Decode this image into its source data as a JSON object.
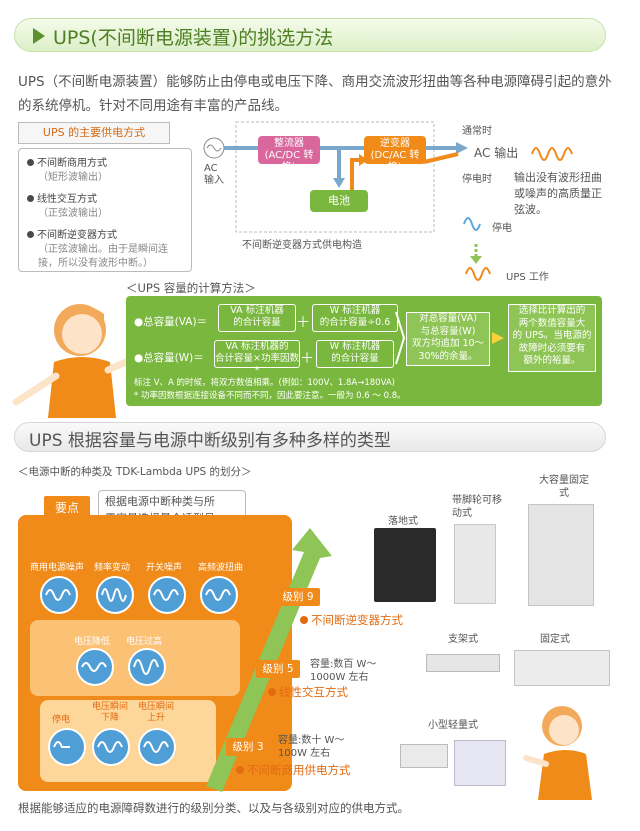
{
  "header1": "UPS(不间断电源装置)的挑选方法",
  "intro": "UPS（不间断电源装置）能够防止由停电或电压下降、商用交流波形扭曲等各种电源障碍引起的意外的系统停机。针对不同用途有丰富的产品线。",
  "supply_title": "UPS 的主要供电方式",
  "methods": [
    {
      "name": "不间断商用方式",
      "detail": "（矩形波输出）"
    },
    {
      "name": "线性交互方式",
      "detail": "（正弦波输出）"
    },
    {
      "name": "不间断逆变器方式",
      "detail": "（正弦波输出。由于是瞬间连接，所以没有波形中断。）"
    }
  ],
  "diagram": {
    "ac_input": [
      "AC",
      "输入"
    ],
    "rectifier": [
      "整流器",
      "(AC/DC 转换)"
    ],
    "inverter": [
      "逆变器",
      "(DC/AC 转换)"
    ],
    "battery": "电池",
    "normal": "通常时",
    "outage": "停电时",
    "ac_output": "AC 输出",
    "output_desc": "输出没有波形扭曲或噪声的高质量正弦波。",
    "caption": "不间断逆变器方式供电构造",
    "power_out": "停电",
    "ups_work": "UPS 工作"
  },
  "calc": {
    "title": "＜UPS 容量的计算方法＞",
    "va_label": "●总容量(VA)＝",
    "va_a": [
      "VA 标注机器",
      "的合计容量"
    ],
    "va_b": [
      "W 标注机器",
      "的合计容量÷0.6"
    ],
    "w_label": "●总容量(W)＝",
    "w_a": [
      "VA 标注机器的",
      "合计容量×功率因数*"
    ],
    "w_b": [
      "W 标注机器",
      "的合计容量"
    ],
    "plus": "＋",
    "result": [
      "对总容量(VA)",
      "与总容量(W)",
      "双方均追加 10～",
      "30%的余量。"
    ],
    "choose": [
      "选择比计算出的",
      "两个数值容量大",
      "的 UPS。当电源的",
      "故障时必须要有",
      "额外的裕量。"
    ],
    "note1": "标注 V、A 的时候，将双方数值相乘。(例如：100V、1.8A→180VA)",
    "note2": "* 功率因数根据连接设备不同而不同，因此要注意。一般为 0.6 ～ 0.8。"
  },
  "header2": "UPS 根据容量与电源中断级别有多种多样的类型",
  "types_sub": "＜电源中断的种类及 TDK-Lambda UPS 的划分＞",
  "point_label": "要点",
  "point_text": [
    "根据电源中断种类与所",
    "需容量选择最合适型号。"
  ],
  "disturb_row1": [
    "商用电源噪声",
    "频率变动",
    "开关噪声",
    "高频波扭曲"
  ],
  "disturb_row2": [
    "电压降低",
    "电压过高"
  ],
  "disturb_row3": [
    "停电",
    "电压瞬间下降",
    "电压瞬间上升"
  ],
  "levels": [
    {
      "label": "级别 9",
      "mode": "不间断逆变器方式",
      "capacity": ""
    },
    {
      "label": "级别 5",
      "mode": "线性交互方式",
      "capacity": "容量:数百 W～1000W 左右"
    },
    {
      "label": "级别 3",
      "mode": "不间断商用供电方式",
      "capacity": "容量:数十 W～100W 左右"
    }
  ],
  "products": {
    "floor": "落地式",
    "casters": "带脚轮可移动式",
    "fixed_large": "大容量固定式",
    "rack": "支架式",
    "fixed": "固定式",
    "compact": "小型轻量式"
  },
  "footer": "根据能够适应的电源障碍数进行的级别分类、以及与各级别对应的供电方式。",
  "colors": {
    "green": "#7ab73f",
    "orange": "#f08a18",
    "blue": "#4f9ed6"
  }
}
